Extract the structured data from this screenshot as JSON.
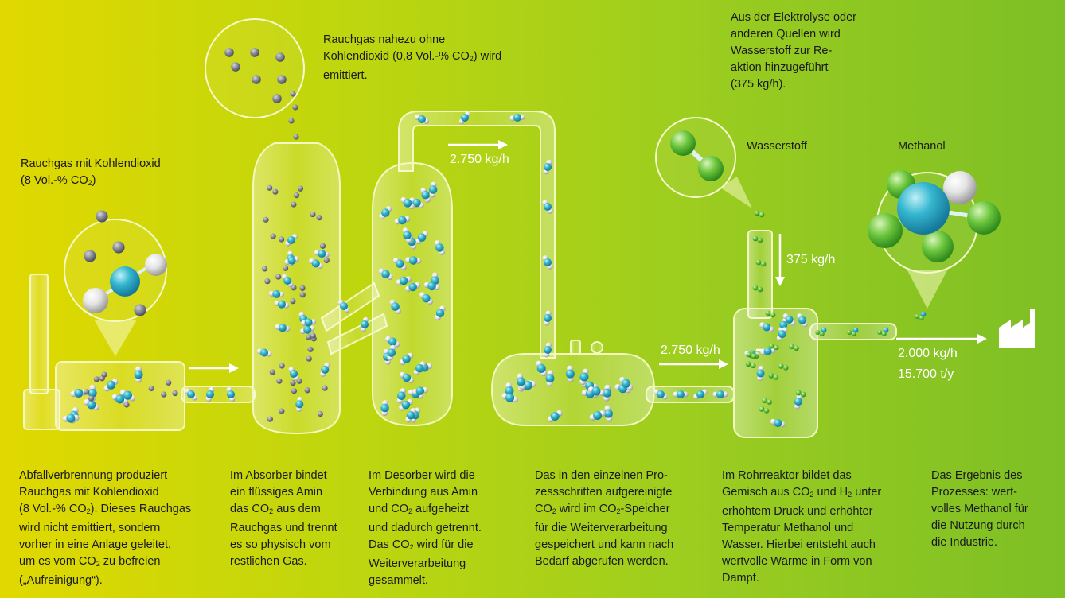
{
  "labels": {
    "flue_gas_in_l1": "Rauchgas mit Kohlendioxid",
    "flue_gas_in_l2a": "(8 Vol.-% CO",
    "flue_gas_in_l2b": "2",
    "flue_gas_in_l2c": ")",
    "clean_gas_l1": "Rauchgas nahezu ohne",
    "clean_gas_l2a": "Kohlendioxid (0,8 Vol.-% CO",
    "clean_gas_l2b": "2",
    "clean_gas_l2c": ") wird",
    "clean_gas_l3": "emittiert.",
    "hydrogen_src_l1": "Aus der Elektrolyse oder",
    "hydrogen_src_l2": "anderen Quellen wird",
    "hydrogen_src_l3": "Wasserstoff zur Re-",
    "hydrogen_src_l4": "aktion hinzugeführt",
    "hydrogen_src_l5": "(375 kg/h).",
    "wasserstoff": "Wasserstoff",
    "methanol": "Methanol"
  },
  "flows": {
    "co2_top": "2.750 kg/h",
    "co2_storage": "2.750 kg/h",
    "h2_in": "375 kg/h",
    "methanol_out_1": "2.000 kg/h",
    "methanol_out_2": "15.700 t/y"
  },
  "descriptions": {
    "d1": [
      "Abfallverbrennung produziert",
      "Rauchgas mit Kohlendioxid",
      [
        "(8 Vol.-% CO",
        "2",
        "). Dieses Rauchgas"
      ],
      "wird nicht emittiert, sondern",
      "vorher in eine Anlage geleitet,",
      [
        "um es vom CO",
        "2",
        " zu befreien"
      ],
      "(„Aufreinigung“)."
    ],
    "d2": [
      "Im Absorber bindet",
      "ein flüssiges Amin",
      [
        "das CO",
        "2",
        " aus dem"
      ],
      "Rauchgas und trennt",
      "es so physisch vom",
      "restlichen Gas."
    ],
    "d3": [
      "Im Desorber wird die",
      "Verbindung aus Amin",
      [
        "und CO",
        "2",
        " aufgeheizt"
      ],
      "und dadurch getrennt.",
      [
        "Das CO",
        "2",
        " wird für die"
      ],
      "Weiterverarbeitung",
      "gesammelt."
    ],
    "d4": [
      "Das in den einzelnen Pro-",
      "zessschritten aufgereinigte",
      [
        "CO",
        "2",
        " wird im CO",
        "2",
        "-Speicher"
      ],
      "für die Weiterverarbeitung",
      "gespeichert und kann nach",
      "Bedarf abgerufen werden."
    ],
    "d5": [
      "Im Rohrreaktor bildet das",
      [
        "Gemisch aus CO",
        "2",
        " und H",
        "2",
        " unter"
      ],
      "erhöhtem Druck und erhöhter",
      "Temperatur Methanol und",
      "Wasser. Hierbei entsteht auch",
      "wertvolle Wärme in Form von",
      "Dampf."
    ],
    "d6": [
      "Das Ergebnis des",
      "Prozesses: wert-",
      "volles Methanol für",
      "die Nutzung durch",
      "die Industrie."
    ]
  },
  "colors": {
    "carbon": "#2fb4cc",
    "oxygen": "#e6e6e6",
    "nitrogen": "#8a8d99",
    "hydrogen": "#66c23a",
    "glass_stroke": "#f3f8c0",
    "arrow": "#ffffff"
  }
}
